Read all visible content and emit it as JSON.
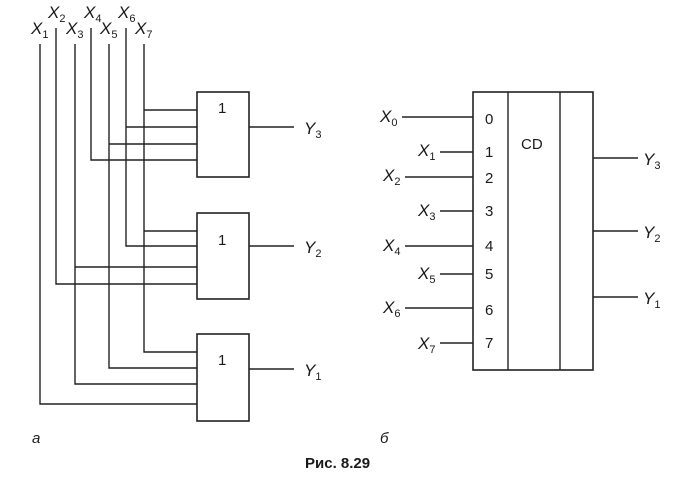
{
  "figure": {
    "caption": "Рис. 8.29",
    "part_a_label": "а",
    "part_b_label": "б"
  },
  "part_a": {
    "input_letter": "X",
    "input_subscripts_top": [
      "2",
      "4",
      "6"
    ],
    "input_subscripts_bottom": [
      "1",
      "3",
      "5",
      "7"
    ],
    "gates": [
      {
        "symbol": "1",
        "output_letter": "Y",
        "output_subscript": "3"
      },
      {
        "symbol": "1",
        "output_letter": "Y",
        "output_subscript": "2"
      },
      {
        "symbol": "1",
        "output_letter": "Y",
        "output_subscript": "1"
      }
    ]
  },
  "part_b": {
    "block_label": "CD",
    "input_letter": "X",
    "inputs": [
      {
        "subscript": "0",
        "number": "0"
      },
      {
        "subscript": "1",
        "number": "1"
      },
      {
        "subscript": "2",
        "number": "2"
      },
      {
        "subscript": "3",
        "number": "3"
      },
      {
        "subscript": "4",
        "number": "4"
      },
      {
        "subscript": "5",
        "number": "5"
      },
      {
        "subscript": "6",
        "number": "6"
      },
      {
        "subscript": "7",
        "number": "7"
      }
    ],
    "output_letter": "Y",
    "outputs": [
      {
        "subscript": "3"
      },
      {
        "subscript": "2"
      },
      {
        "subscript": "1"
      }
    ]
  }
}
